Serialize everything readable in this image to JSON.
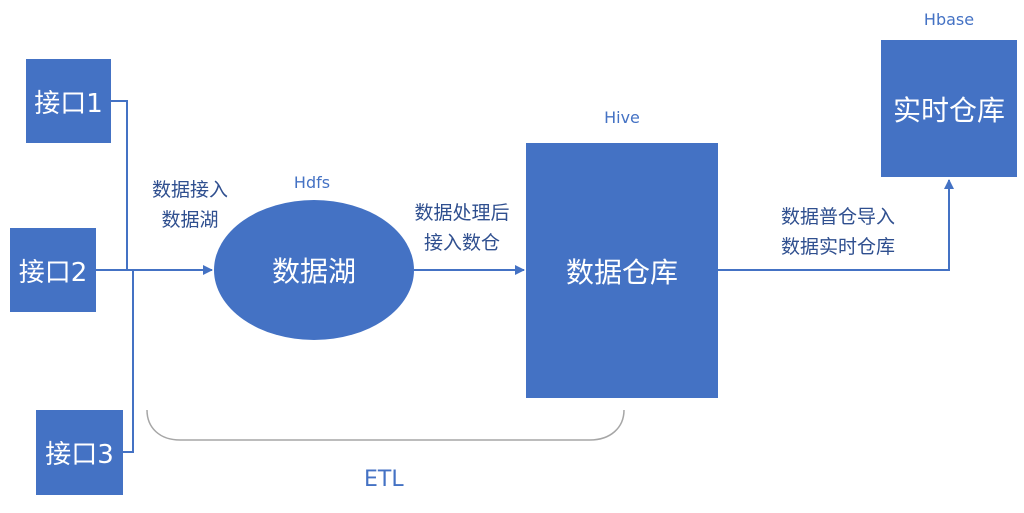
{
  "interfaces": [
    "接口1",
    "接口2",
    "接口3"
  ],
  "lake": {
    "tech": "Hdfs",
    "label": "数据湖"
  },
  "warehouse": {
    "tech": "Hive",
    "label": "数据仓库"
  },
  "realtime": {
    "tech": "Hbase",
    "label": "实时仓库"
  },
  "edges": {
    "to_lake": [
      "数据接入",
      "数据湖"
    ],
    "to_warehouse": [
      "数据处理后",
      "接入数仓"
    ],
    "to_realtime": [
      "数据普仓导入",
      "数据实时仓库"
    ]
  },
  "etl": "ETL",
  "colors": {
    "box": "#4472c4",
    "line": "#4472c4",
    "brace": "#a6a6a6"
  }
}
